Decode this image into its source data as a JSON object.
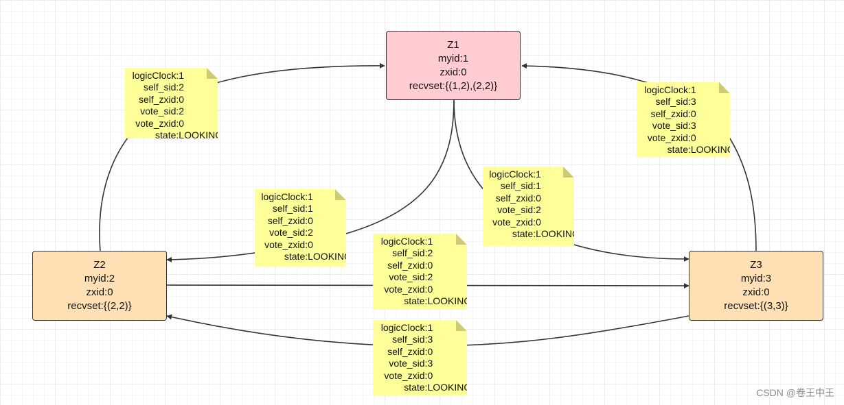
{
  "colors": {
    "z1_fill": "#ffccd2",
    "z2_fill": "#ffe0b4",
    "z3_fill": "#ffe0b4",
    "note_fill": "#ffff99",
    "edge": "#333333"
  },
  "nodes": {
    "z1": {
      "name": "Z1",
      "myid": "myid:1",
      "zxid": "zxid:0",
      "recvset": "recvset:{(1,2),(2,2)}"
    },
    "z2": {
      "name": "Z2",
      "myid": "myid:2",
      "zxid": "zxid:0",
      "recvset": "recvset:{(2,2)}"
    },
    "z3": {
      "name": "Z3",
      "myid": "myid:3",
      "zxid": "zxid:0",
      "recvset": "recvset:{(3,3)}"
    }
  },
  "votes": {
    "z2_to_z1": {
      "logicClock": "1",
      "self_sid": "2",
      "self_zxid": "0",
      "vote_sid": "2",
      "vote_zxid": "0",
      "state": "LOOKING"
    },
    "z3_to_z1": {
      "logicClock": "1",
      "self_sid": "3",
      "self_zxid": "0",
      "vote_sid": "3",
      "vote_zxid": "0",
      "state": "LOOKING"
    },
    "z1_to_z2": {
      "logicClock": "1",
      "self_sid": "1",
      "self_zxid": "0",
      "vote_sid": "2",
      "vote_zxid": "0",
      "state": "LOOKING"
    },
    "z1_to_z3": {
      "logicClock": "1",
      "self_sid": "1",
      "self_zxid": "0",
      "vote_sid": "2",
      "vote_zxid": "0",
      "state": "LOOKING"
    },
    "z2_to_z3": {
      "logicClock": "1",
      "self_sid": "2",
      "self_zxid": "0",
      "vote_sid": "2",
      "vote_zxid": "0",
      "state": "LOOKING"
    },
    "z3_to_z2": {
      "logicClock": "1",
      "self_sid": "3",
      "self_zxid": "0",
      "vote_sid": "3",
      "vote_zxid": "0",
      "state": "LOOKING"
    }
  },
  "field_labels": {
    "logicClock": "logicClock:",
    "self_sid": "self_sid:",
    "self_zxid": "self_zxid:",
    "vote_sid": "vote_sid:",
    "vote_zxid": "vote_zxid:",
    "state": "state:"
  },
  "watermark": "CSDN @卷王中王"
}
